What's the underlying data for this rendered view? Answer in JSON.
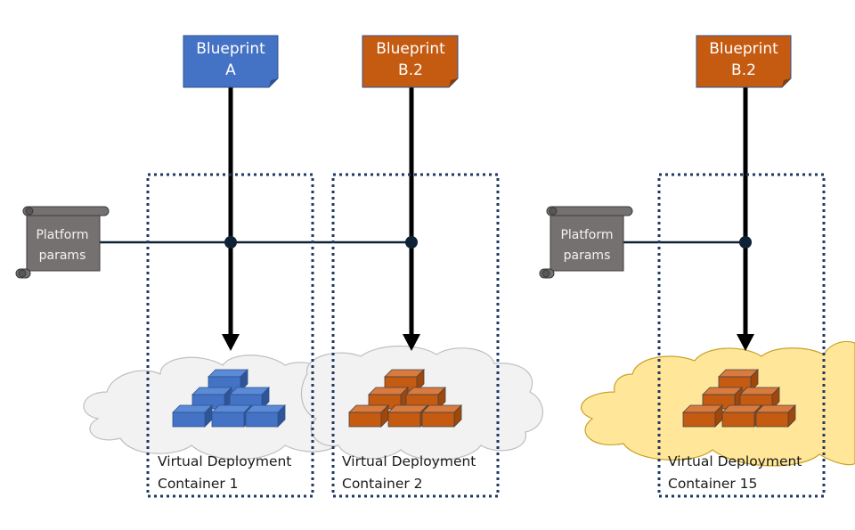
{
  "diagram": {
    "colors": {
      "blueprint_a": "#4472c4",
      "blueprint_b": "#c55a11",
      "platform_params": "#767171",
      "cloud_gray": "#f2f2f2",
      "cloud_yellow": "#ffe699",
      "container_border": "#1f3864",
      "connector": "#0d2236",
      "arrow": "#000000"
    },
    "blueprints": [
      {
        "line1": "Blueprint",
        "line2": "A",
        "variant": "blue"
      },
      {
        "line1": "Blueprint",
        "line2": "B.2",
        "variant": "orange"
      },
      {
        "line1": "Blueprint",
        "line2": "B.2",
        "variant": "orange"
      }
    ],
    "platform_params": [
      {
        "line1": "Platform",
        "line2": "params"
      },
      {
        "line1": "Platform",
        "line2": "params"
      }
    ],
    "containers": [
      {
        "line1": "Virtual Deployment",
        "line2": "Container 1",
        "brick_color": "blue"
      },
      {
        "line1": "Virtual Deployment",
        "line2": "Container 2",
        "brick_color": "orange"
      },
      {
        "line1": "Virtual Deployment",
        "line2": "Container 15",
        "brick_color": "orange"
      }
    ]
  }
}
